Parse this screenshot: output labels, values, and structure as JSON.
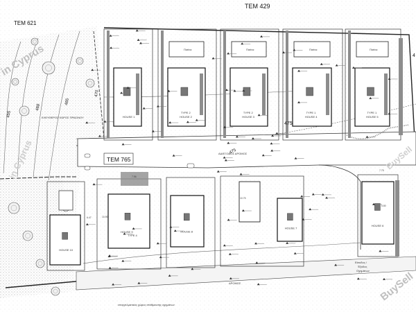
{
  "plot_labels": {
    "top_center": "TEM 429",
    "top_left": "TEM 621",
    "road_block": "TEM 765",
    "right_edge": "4",
    "middle_road_contour": "475",
    "left_contours": [
      "455",
      "460",
      "465"
    ],
    "upper_contour": "470",
    "road_text_upper": "ΑΔΙΕΞΟΔΟΣ ΔΡΟΜΟΣ",
    "road_text_lower": "ΔΡΟΜΟΣ",
    "left_strip_text": "ΕΛΕΥΘΕΡΟΣ ΧΩΡΟΣ ΠΡΑΣΙΝΟΥ",
    "bottom_note": "επαγγελματικός χώρος στάθμευσης οχημάτων",
    "entrance_note": [
      "Είσοδος /",
      "Έξοδος",
      "Οχημάτων"
    ]
  },
  "houses_top": [
    {
      "type": "",
      "name": "HOUSE 1"
    },
    {
      "type": "TYPE 2",
      "name": "HOUSE 2"
    },
    {
      "type": "TYPE 2",
      "name": "HOUSE 3"
    },
    {
      "type": "TYPE 1",
      "name": "HOUSE 4"
    },
    {
      "type": "TYPE 1",
      "name": "HOUSE 5"
    }
  ],
  "houses_bottom": [
    {
      "name": "HOUSE 10"
    },
    {
      "name": "HOUSE 9",
      "type": "TYPE 4"
    },
    {
      "name": "HOUSE 8"
    },
    {
      "name": "HOUSE 7"
    },
    {
      "name": "HOUSE 6"
    }
  ],
  "pool_labels": [
    "Πισίνα",
    "Πισίνα",
    "Πισίνα",
    "Πισίνα",
    "Πισίνα"
  ],
  "dimensions": [
    "10.75",
    "7.79",
    "6.47",
    "10.90",
    "7.56",
    "5.80"
  ],
  "watermarks": [
    "in Cyprus",
    "BuySell"
  ],
  "colors": {
    "line": "#222222",
    "hatch": "#8a8a8a",
    "tree": "#555555",
    "watermark": "#c8c8c8"
  }
}
